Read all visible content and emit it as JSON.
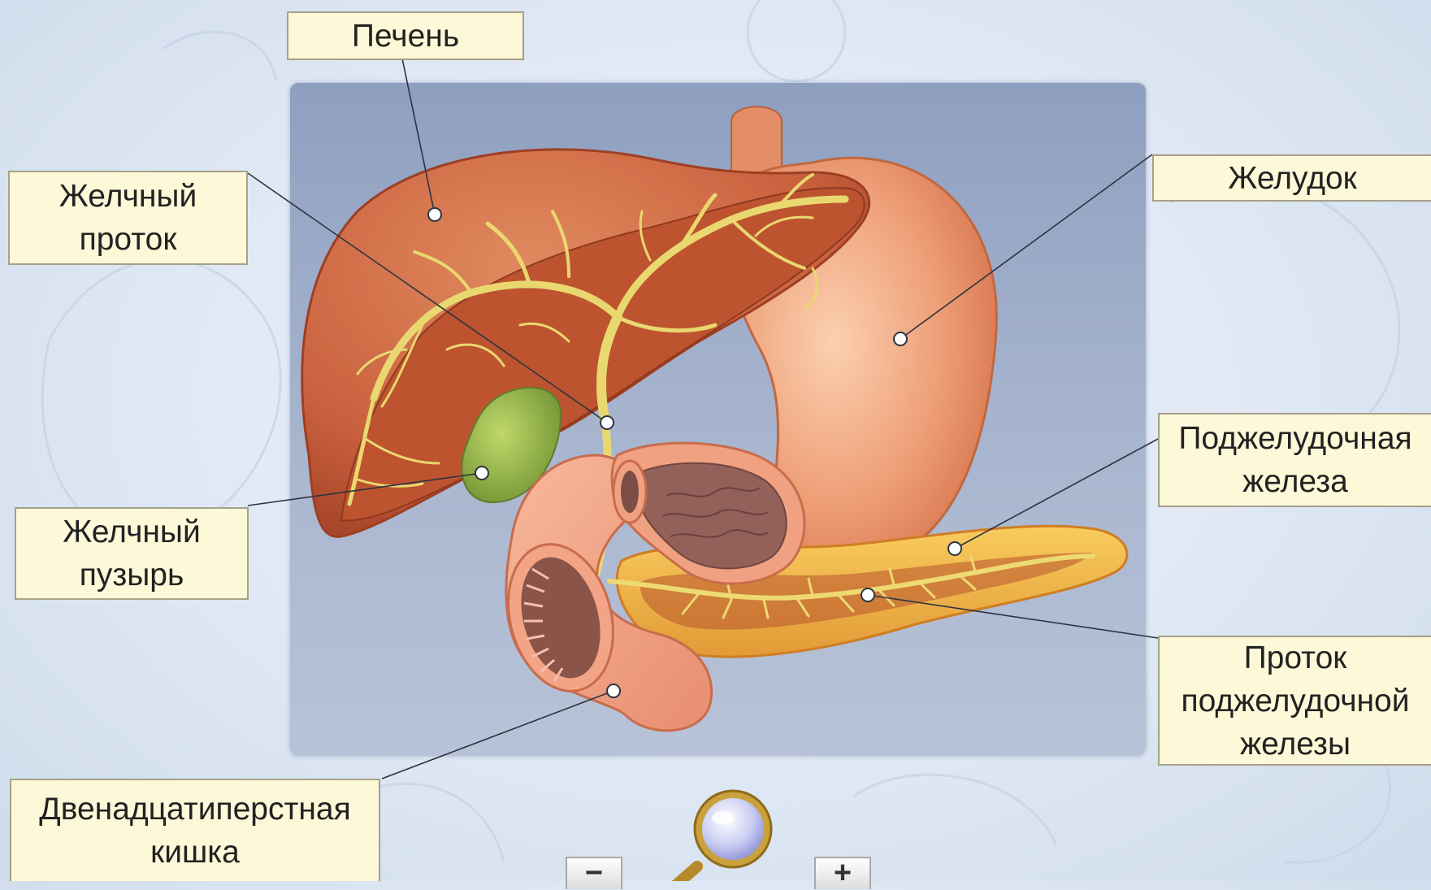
{
  "labels": {
    "liver": "Печень",
    "bile_duct": [
      "Желчный",
      "проток"
    ],
    "gallbladder": [
      "Желчный",
      "пузырь"
    ],
    "duodenum": [
      "Двенадцатиперстная",
      "кишка"
    ],
    "stomach": "Желудок",
    "pancreas": [
      "Поджелудочная",
      "железа"
    ],
    "pancreatic_duct": [
      "Проток",
      "поджелудочной",
      "железы"
    ]
  },
  "controls": {
    "zoom_out": "−",
    "zoom_in": "+",
    "magnifier_icon": "magnifier-icon"
  },
  "colors": {
    "liver": "#c9603d",
    "stomach": "#e8946a",
    "gallbladder": "#8fae43",
    "pancreas": "#f0b24a",
    "bile_ducts": "#e8d56a",
    "label_bg": "#fdf8d8"
  }
}
